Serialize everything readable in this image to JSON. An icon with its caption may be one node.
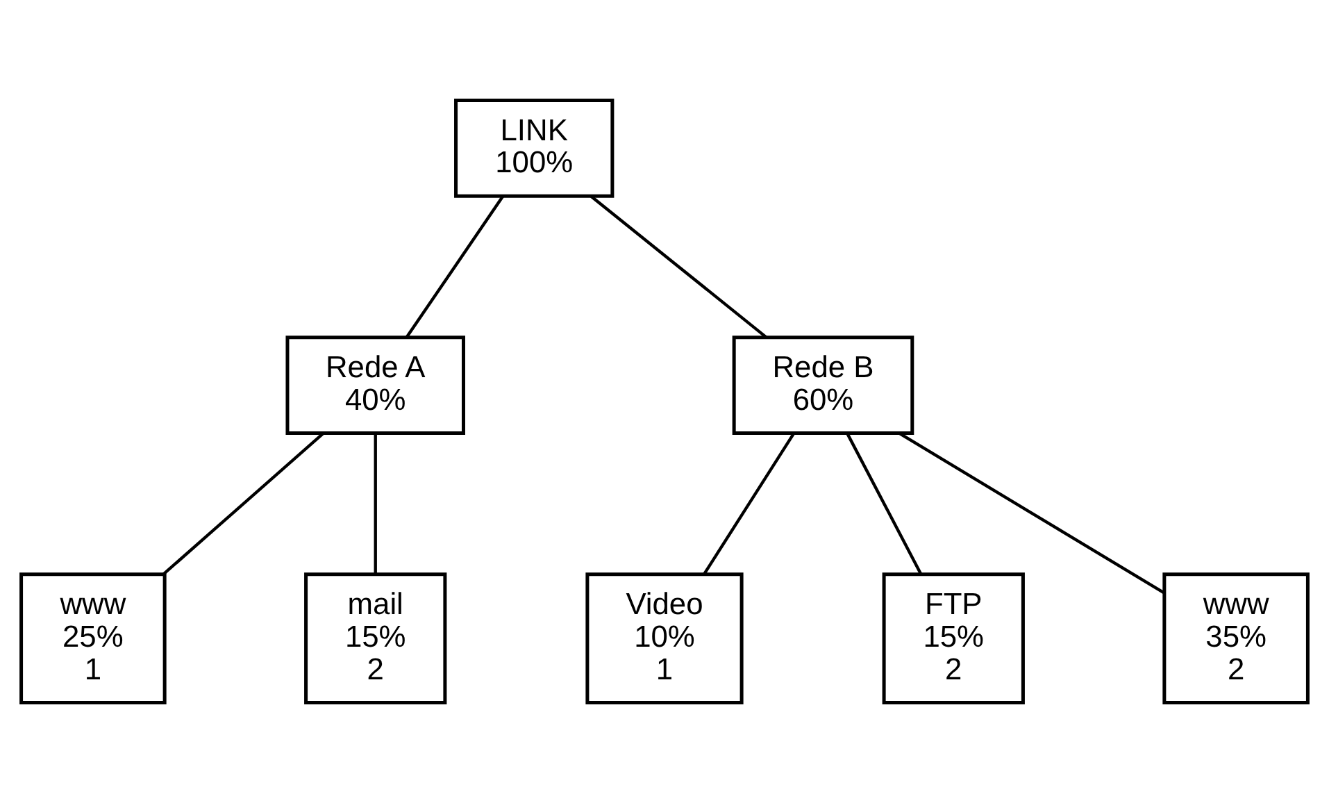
{
  "diagram": {
    "nodes": [
      {
        "text": [
          "LINK",
          "100%"
        ]
      },
      {
        "text": [
          "Rede A",
          "40%"
        ]
      },
      {
        "text": [
          "Rede B",
          "60%"
        ]
      },
      {
        "text": [
          "www",
          "25%",
          "1"
        ]
      },
      {
        "text": [
          "mail",
          "15%",
          "2"
        ]
      },
      {
        "text": [
          "Video",
          "10%",
          "1"
        ]
      },
      {
        "text": [
          "FTP",
          "15%",
          "2"
        ]
      },
      {
        "text": [
          "www",
          "35%",
          "2"
        ]
      }
    ],
    "edges": [
      {
        "from": 0,
        "to": 1,
        "arrow": "none"
      },
      {
        "from": 0,
        "to": 2,
        "arrow": "none"
      },
      {
        "from": 1,
        "to": 3,
        "arrow": "none"
      },
      {
        "from": 1,
        "to": 4,
        "arrow": "none"
      },
      {
        "from": 2,
        "to": 5,
        "arrow": "none"
      },
      {
        "from": 2,
        "to": 6,
        "arrow": "none"
      },
      {
        "from": 2,
        "to": 7,
        "arrow": "none"
      }
    ]
  }
}
